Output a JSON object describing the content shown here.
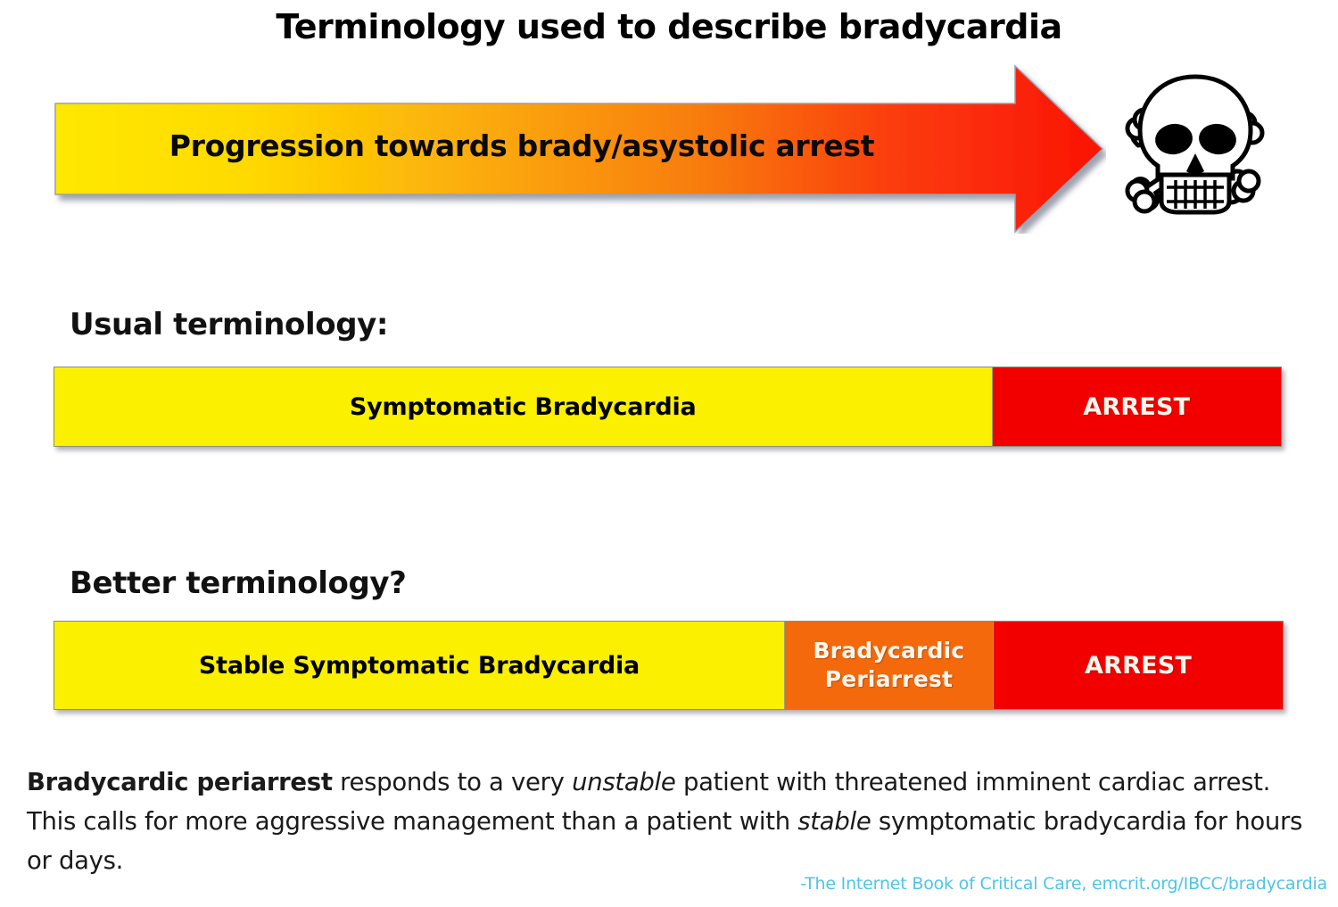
{
  "title": "Terminology used to describe bradycardia",
  "arrow": {
    "label": "Progression towards brady/asystolic arrest",
    "gradient_start": "#FFE800",
    "gradient_mid": "#F79A0E",
    "gradient_end": "#FB1B06",
    "icon": "skull-and-crossbones-icon"
  },
  "sections": [
    {
      "heading": "Usual terminology:",
      "bar": [
        {
          "label": "Symptomatic Bradycardia",
          "color": "#FAF000",
          "text_color": "#000000",
          "width_pct": 76.4
        },
        {
          "label": "ARREST",
          "color": "#F20000",
          "text_color": "#FFF6EC",
          "width_pct": 23.6
        }
      ]
    },
    {
      "heading": "Better terminology?",
      "bar": [
        {
          "label": "Stable Symptomatic Bradycardia",
          "color": "#FAF000",
          "text_color": "#000000",
          "width_pct": 59.4
        },
        {
          "label": "Bradycardic Periarrest",
          "line1": "Bradycardic",
          "line2": "Periarrest",
          "color": "#F4690B",
          "text_color": "#FFF6EC",
          "width_pct": 17.0
        },
        {
          "label": "ARREST",
          "color": "#F20000",
          "text_color": "#FFF6EC",
          "width_pct": 23.6
        }
      ]
    }
  ],
  "body": {
    "part1_bold": "Bradycardic periarrest",
    "part2": " responds to a very ",
    "part3_italic": "unstable",
    "part4": " patient with threatened imminent cardiac arrest. This calls for more aggressive management than a patient with ",
    "part5_italic": "stable",
    "part6": " symptomatic bradycardia for hours or days."
  },
  "citation": {
    "text": "-The Internet Book of Critical Care, emcrit.org/IBCC/bradycardia",
    "color": "#4FC3E8"
  }
}
